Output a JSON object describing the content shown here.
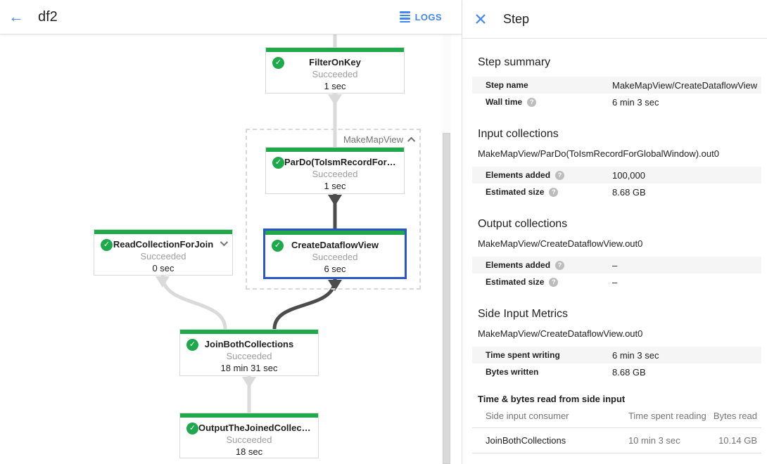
{
  "toolbar": {
    "title": "df2",
    "logs_label": "LOGS"
  },
  "panel": {
    "title": "Step",
    "summary": {
      "heading": "Step summary",
      "rows": [
        {
          "label": "Step name",
          "value": "MakeMapView/CreateDataflowView"
        },
        {
          "label": "Wall time",
          "value": "6 min 3 sec"
        }
      ]
    },
    "input": {
      "heading": "Input collections",
      "subtitle": "MakeMapView/ParDo(ToIsmRecordForGlobalWindow).out0",
      "rows": [
        {
          "label": "Elements added",
          "value": "100,000"
        },
        {
          "label": "Estimated size",
          "value": "8.68 GB"
        }
      ]
    },
    "output": {
      "heading": "Output collections",
      "subtitle": "MakeMapView/CreateDataflowView.out0",
      "rows": [
        {
          "label": "Elements added",
          "value": "–"
        },
        {
          "label": "Estimated size",
          "value": "–"
        }
      ]
    },
    "side_input": {
      "heading": "Side Input Metrics",
      "subtitle": "MakeMapView/CreateDataflowView.out0",
      "rows": [
        {
          "label": "Time spent writing",
          "value": "6 min 3 sec"
        },
        {
          "label": "Bytes written",
          "value": "8.68 GB"
        }
      ],
      "table": {
        "heading": "Time & bytes read from side input",
        "columns": [
          "Side input consumer",
          "Time spent reading",
          "Bytes read"
        ],
        "rows": [
          [
            "JoinBothCollections",
            "10 min 3 sec",
            "10.14 GB"
          ]
        ]
      }
    }
  },
  "graph": {
    "group_label": "MakeMapView",
    "nodes": [
      {
        "name": "FilterOnKey",
        "status": "Succeeded",
        "time": "1 sec"
      },
      {
        "name": "ParDo(ToIsmRecordFor…",
        "status": "Succeeded",
        "time": "1 sec"
      },
      {
        "name": "CreateDataflowView",
        "status": "Succeeded",
        "time": "6 sec"
      },
      {
        "name": "ReadCollectionForJoin",
        "status": "Succeeded",
        "time": "0 sec"
      },
      {
        "name": "JoinBothCollections",
        "status": "Succeeded",
        "time": "18 min 31 sec"
      },
      {
        "name": "OutputTheJoinedCollec…",
        "status": "Succeeded",
        "time": "18 sec"
      }
    ]
  },
  "colors": {
    "accent_blue": "#4285f4",
    "selection_blue": "#2a56c6",
    "success_green": "#1fa94a",
    "edge_light": "#dadada",
    "edge_dark": "#4c4c4c",
    "stripe": "#f5f5f5"
  }
}
